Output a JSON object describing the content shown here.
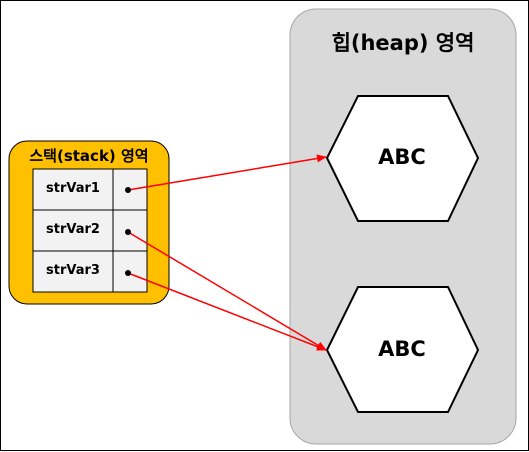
{
  "heap": {
    "title": "힙(heap) 영역",
    "objects": [
      {
        "value": "ABC"
      },
      {
        "value": "ABC"
      }
    ]
  },
  "stack": {
    "title": "스택(stack) 영역",
    "variables": [
      {
        "name": "strVar1",
        "points_to": 0
      },
      {
        "name": "strVar2",
        "points_to": 1
      },
      {
        "name": "strVar3",
        "points_to": 1
      }
    ]
  },
  "colors": {
    "heap_fill": "#d9d9d9",
    "heap_border": "#a6a6a6",
    "stack_fill": "#ffc000",
    "stack_border": "#000000",
    "cell_fill": "#f2f2f2",
    "arrow": "#ff0000"
  }
}
